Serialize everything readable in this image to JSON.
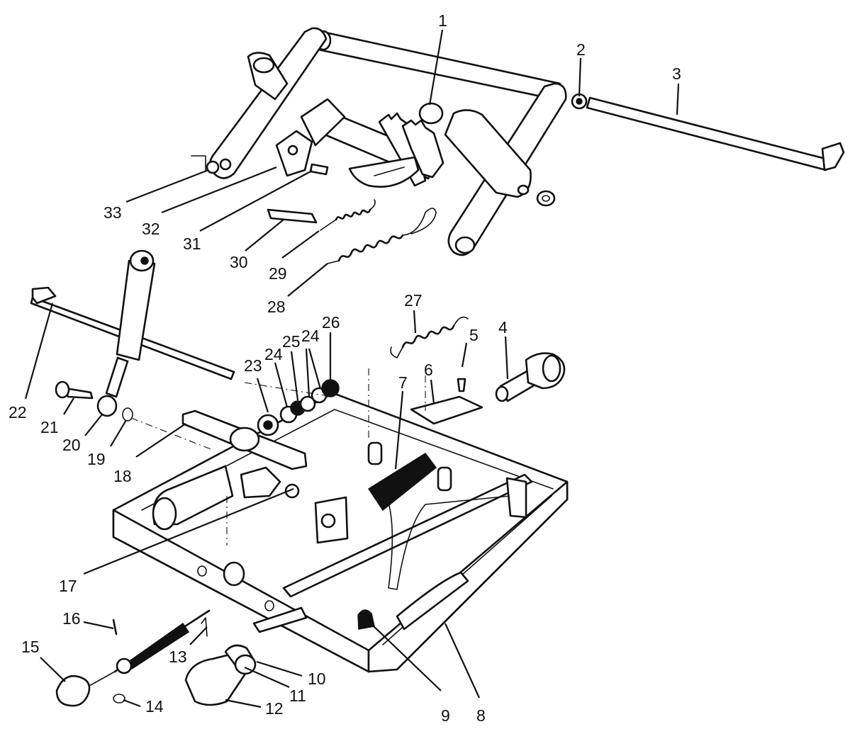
{
  "callouts": [
    {
      "id": "1",
      "label": "1"
    },
    {
      "id": "2",
      "label": "2"
    },
    {
      "id": "3",
      "label": "3"
    },
    {
      "id": "4",
      "label": "4"
    },
    {
      "id": "5",
      "label": "5"
    },
    {
      "id": "6",
      "label": "6"
    },
    {
      "id": "7",
      "label": "7"
    },
    {
      "id": "8",
      "label": "8"
    },
    {
      "id": "9",
      "label": "9"
    },
    {
      "id": "10",
      "label": "10"
    },
    {
      "id": "11",
      "label": "11"
    },
    {
      "id": "12",
      "label": "12"
    },
    {
      "id": "13",
      "label": "13"
    },
    {
      "id": "14",
      "label": "14"
    },
    {
      "id": "15",
      "label": "15"
    },
    {
      "id": "16",
      "label": "16"
    },
    {
      "id": "17",
      "label": "17"
    },
    {
      "id": "18",
      "label": "18"
    },
    {
      "id": "19",
      "label": "19"
    },
    {
      "id": "20",
      "label": "20"
    },
    {
      "id": "21",
      "label": "21"
    },
    {
      "id": "22",
      "label": "22"
    },
    {
      "id": "23",
      "label": "23"
    },
    {
      "id": "24a",
      "label": "24"
    },
    {
      "id": "24b",
      "label": "24"
    },
    {
      "id": "25",
      "label": "25"
    },
    {
      "id": "26",
      "label": "26"
    },
    {
      "id": "27",
      "label": "27"
    },
    {
      "id": "28",
      "label": "28"
    },
    {
      "id": "29",
      "label": "29"
    },
    {
      "id": "30",
      "label": "30"
    },
    {
      "id": "31",
      "label": "31"
    },
    {
      "id": "32",
      "label": "32"
    },
    {
      "id": "33",
      "label": "33"
    }
  ],
  "colors": {
    "ink": "#111111",
    "paper": "#ffffff"
  }
}
